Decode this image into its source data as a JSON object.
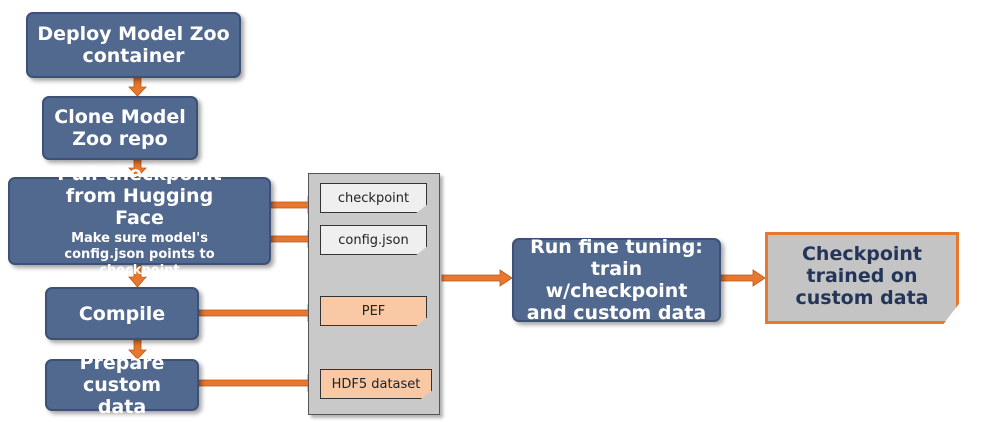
{
  "steps": {
    "deploy": "Deploy Model Zoo container",
    "clone": "Clone Model Zoo repo",
    "pull_title": "Pull checkpoint from Hugging Face",
    "pull_note": "Make sure model's config.json points to checkpoint",
    "compile": "Compile",
    "prepare": "Prepare custom data",
    "run": "Run fine tuning: train w/checkpoint and custom data"
  },
  "artifacts": {
    "checkpoint": "checkpoint",
    "config": "config.json",
    "pef": "PEF",
    "dataset": "HDF5 dataset"
  },
  "output": "Checkpoint trained on custom data",
  "colors": {
    "step_fill": "#52698f",
    "arrow": "#e8782d",
    "panel": "#c9c9c9",
    "note_grey": "#efefef",
    "note_peach": "#f9c9a6"
  }
}
